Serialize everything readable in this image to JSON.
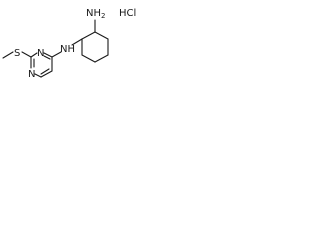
{
  "molecule": {
    "atom_labels": {
      "sulfur": "S",
      "ring_n_top": "N",
      "ring_n_bottom": "N",
      "amine_nh": "NH",
      "amine_nh2": "NH",
      "nh2_subscript": "2"
    },
    "salt_label": "HCl"
  }
}
